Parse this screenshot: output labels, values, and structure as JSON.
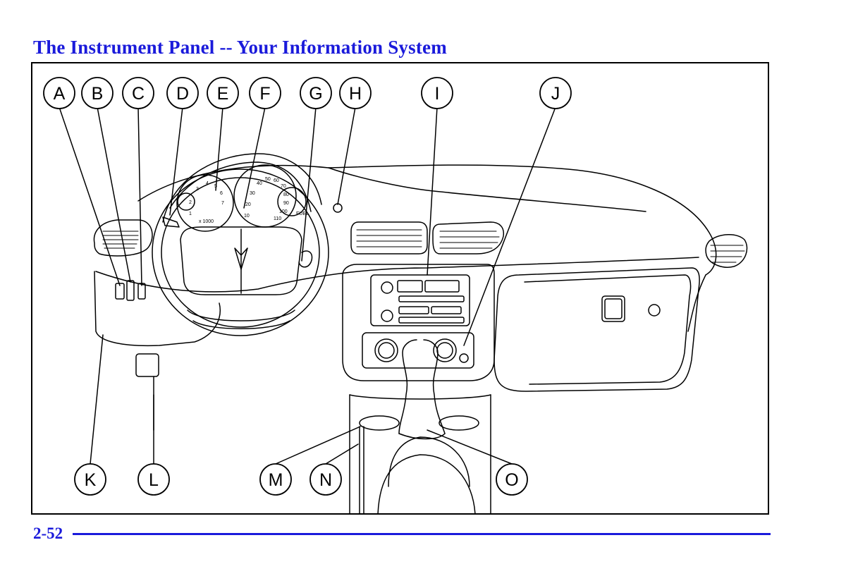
{
  "header": {
    "title": "The Instrument Panel -- Your Information System"
  },
  "figure": {
    "callouts": [
      "A",
      "B",
      "C",
      "D",
      "E",
      "F",
      "G",
      "H",
      "I",
      "J",
      "K",
      "L",
      "M",
      "N",
      "O"
    ],
    "gauges": {
      "tach_ticks": [
        "1",
        "2",
        "3",
        "4",
        "5",
        "6",
        "7"
      ],
      "tach_unit": "x 1000",
      "speed_ticks": [
        "10",
        "20",
        "30",
        "40",
        "50",
        "60",
        "70",
        "80",
        "90",
        "100",
        "110"
      ],
      "fuel_label": "FUEL"
    }
  },
  "footer": {
    "page_number": "2-52"
  },
  "colors": {
    "heading": "#1a1adb",
    "rule": "#1a1adb",
    "line_art": "#000000"
  }
}
